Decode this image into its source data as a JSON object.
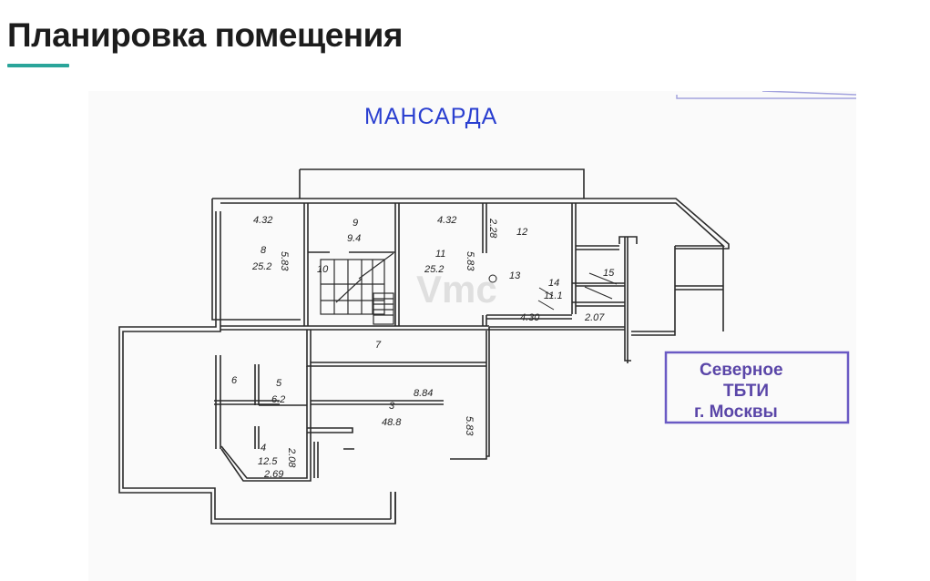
{
  "page": {
    "title": "Планировка помещения",
    "accent_color": "#2aa59a"
  },
  "floor_plan": {
    "floor_label": "МАНСАРДА",
    "watermark": "Vmc",
    "stamp": {
      "line1": "Северное",
      "line2": "ТБТИ",
      "line3": "г. Москвы",
      "color": "#5a46a8"
    },
    "dimensions": {
      "d1": "4.32",
      "d2": "4.32",
      "d3": "5.83",
      "d4": "5.83",
      "d5": "2.28",
      "d6": "4.30",
      "d7": "2.07",
      "d8": "8.84",
      "d9": "5.83",
      "d10": "2.69",
      "d11": "2.08"
    },
    "rooms": {
      "r8_num": "8",
      "r8_area": "25.2",
      "r9_num": "9",
      "r9_area": "9.4",
      "r10_num": "10",
      "r11_num": "11",
      "r11_area": "25.2",
      "r12_num": "12",
      "r13_num": "13",
      "r14_num": "14",
      "r14_area": "11.1",
      "r15_num": "15",
      "r7_num": "7",
      "r6_num": "6",
      "r5_num": "5",
      "r5_area": "6.2",
      "r3_num": "3",
      "r3_area": "48.8",
      "r4_num": "4",
      "r4_area": "12.5"
    }
  }
}
